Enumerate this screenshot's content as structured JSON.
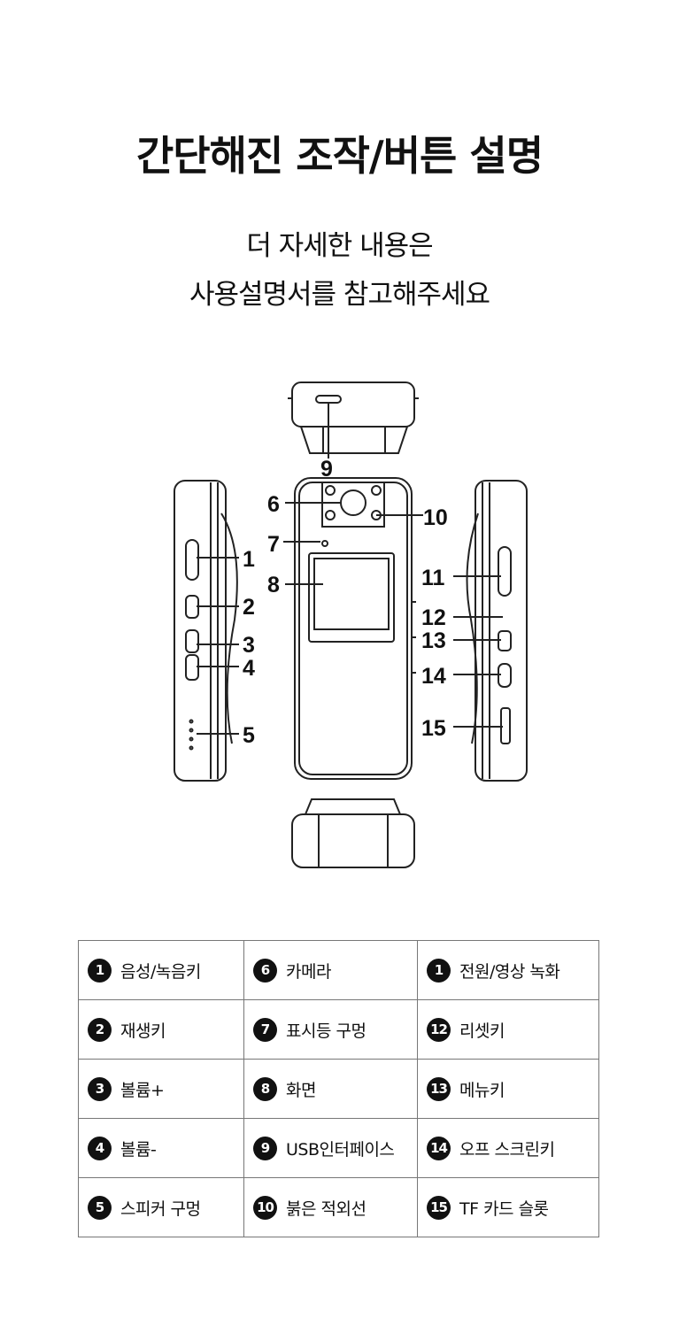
{
  "title": "간단해진 조작/버튼 설명",
  "subtitle": [
    "더 자세한 내용은",
    "사용설명서를 참고해주세요"
  ],
  "diagram_labels": {
    "l1": "1",
    "l2": "2",
    "l3": "3",
    "l4": "4",
    "l5": "5",
    "l6": "6",
    "l7": "7",
    "l8": "8",
    "l9": "9",
    "l10": "10",
    "l11": "11",
    "l12": "12",
    "l13": "13",
    "l14": "14",
    "l15": "15"
  },
  "table": [
    [
      {
        "n": "1",
        "t": "음성/녹음키"
      },
      {
        "n": "6",
        "t": "카메라"
      },
      {
        "n": "1",
        "t": "전원/영상 녹화"
      }
    ],
    [
      {
        "n": "2",
        "t": "재생키"
      },
      {
        "n": "7",
        "t": "표시등 구멍"
      },
      {
        "n": "12",
        "t": "리셋키"
      }
    ],
    [
      {
        "n": "3",
        "t": "볼륨+"
      },
      {
        "n": "8",
        "t": "화면"
      },
      {
        "n": "13",
        "t": "메뉴키"
      }
    ],
    [
      {
        "n": "4",
        "t": "볼륨-"
      },
      {
        "n": "9",
        "t": "USB인터페이스"
      },
      {
        "n": "14",
        "t": "오프 스크린키"
      }
    ],
    [
      {
        "n": "5",
        "t": "스피커 구멍"
      },
      {
        "n": "10",
        "t": "붉은 적외선"
      },
      {
        "n": "15",
        "t": "TF 카드 슬롯"
      }
    ]
  ]
}
